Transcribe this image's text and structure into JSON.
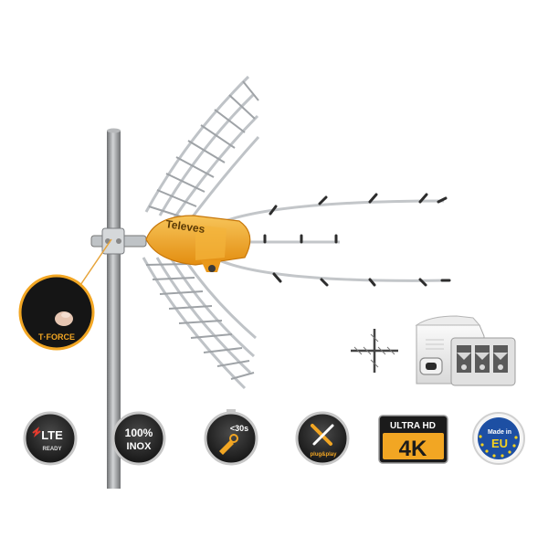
{
  "product": {
    "brand_label": "Televes"
  },
  "callout": {
    "tforce_label": "T·FORCE"
  },
  "badges": [
    {
      "name": "lte-ready-badge",
      "main": "LTE",
      "sub": "READY"
    },
    {
      "name": "inox-badge",
      "main": "100%",
      "sub": "INOX"
    },
    {
      "name": "quick-install-badge",
      "main": "<30s",
      "sub": ""
    },
    {
      "name": "plug-and-play-badge",
      "main": "",
      "sub": "plug&play"
    },
    {
      "name": "ultra-hd-4k-badge",
      "main": "4K",
      "sub": "ULTRA HD"
    },
    {
      "name": "made-in-eu-badge",
      "main": "EU",
      "sub": "Made in"
    }
  ],
  "colors": {
    "accent_orange": "#f2a623",
    "mast_gray": "#9a9c9e",
    "badge_dark": "#2b2b2b",
    "badge_ring": "#c7c7c7",
    "made_in_blue": "#1d4fa3",
    "made_in_yellow": "#f7d21e"
  }
}
